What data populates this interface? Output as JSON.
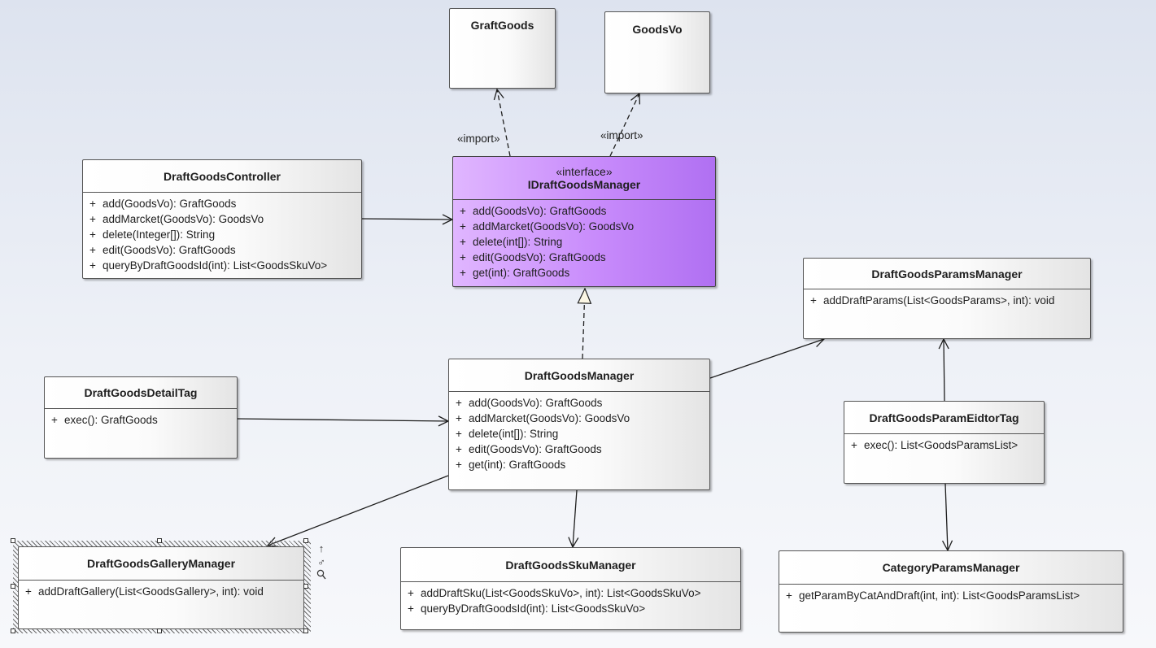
{
  "classes": {
    "graft_goods": {
      "name": "GraftGoods"
    },
    "goods_vo": {
      "name": "GoodsVo"
    },
    "controller": {
      "name": "DraftGoodsController",
      "ops": [
        "add(GoodsVo): GraftGoods",
        "addMarcket(GoodsVo): GoodsVo",
        "delete(Integer[]): String",
        "edit(GoodsVo): GraftGoods",
        "queryByDraftGoodsId(int): List<GoodsSkuVo>"
      ]
    },
    "iface": {
      "stereotype": "«interface»",
      "name": "IDraftGoodsManager",
      "ops": [
        "add(GoodsVo): GraftGoods",
        "addMarcket(GoodsVo): GoodsVo",
        "delete(int[]): String",
        "edit(GoodsVo): GraftGoods",
        "get(int): GraftGoods"
      ]
    },
    "params_manager": {
      "name": "DraftGoodsParamsManager",
      "ops": [
        "addDraftParams(List<GoodsParams>, int): void"
      ]
    },
    "detail_tag": {
      "name": "DraftGoodsDetailTag",
      "ops": [
        "exec(): GraftGoods"
      ]
    },
    "manager": {
      "name": "DraftGoodsManager",
      "ops": [
        "add(GoodsVo): GraftGoods",
        "addMarcket(GoodsVo): GoodsVo",
        "delete(int[]): String",
        "edit(GoodsVo): GraftGoods",
        "get(int): GraftGoods"
      ]
    },
    "param_editor_tag": {
      "name": "DraftGoodsParamEidtorTag",
      "ops": [
        "exec(): List<GoodsParamsList>"
      ]
    },
    "gallery_manager": {
      "name": "DraftGoodsGalleryManager",
      "ops": [
        "addDraftGallery(List<GoodsGallery>, int): void"
      ]
    },
    "sku_manager": {
      "name": "DraftGoodsSkuManager",
      "ops": [
        "addDraftSku(List<GoodsSkuVo>, int): List<GoodsSkuVo>",
        "queryByDraftGoodsId(int): List<GoodsSkuVo>"
      ]
    },
    "category_params_manager": {
      "name": "CategoryParamsManager",
      "ops": [
        "getParamByCatAndDraft(int, int): List<GoodsParamsList>"
      ]
    }
  },
  "visibility_symbol": "+",
  "edge_labels": {
    "import_left": "«import»",
    "import_right": "«import»"
  },
  "colors": {
    "interface_fill": "#c88bfb",
    "class_fill": "#ffffff",
    "line": "#1e1e1e"
  },
  "selection_toolbar": {
    "icons": [
      "arrow-up-icon",
      "link-icon",
      "magnifier-icon"
    ],
    "glyphs": [
      "↑",
      "♂",
      "⚲"
    ]
  }
}
